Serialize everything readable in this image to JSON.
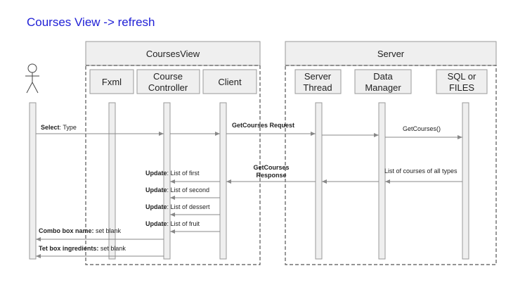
{
  "title": "Courses View -> refresh",
  "groups": [
    {
      "id": "courses-view",
      "label": "CoursesView"
    },
    {
      "id": "server",
      "label": "Server"
    }
  ],
  "participants": [
    {
      "id": "fxml",
      "lines": [
        "Fxml"
      ]
    },
    {
      "id": "course-controller",
      "lines": [
        "Course",
        "Controller"
      ]
    },
    {
      "id": "client",
      "lines": [
        "Client"
      ]
    },
    {
      "id": "server-thread",
      "lines": [
        "Server",
        "Thread"
      ]
    },
    {
      "id": "data-manager",
      "lines": [
        "Data",
        "Manager"
      ]
    },
    {
      "id": "sql-files",
      "lines": [
        "SQL or",
        "FILES"
      ]
    }
  ],
  "messages": [
    {
      "id": "select-type",
      "bold": "Select",
      "rest": ": Type"
    },
    {
      "id": "getcourses-request",
      "bold": "GetCourses  Request",
      "rest": ""
    },
    {
      "id": "getcourses-call",
      "bold": "",
      "rest": "GetCourses()"
    },
    {
      "id": "list-all-types",
      "bold": "",
      "rest": "List of courses of all types"
    },
    {
      "id": "getcourses-response-1",
      "bold": "GetCourses",
      "rest": ""
    },
    {
      "id": "getcourses-response-2",
      "bold": "Response",
      "rest": ""
    },
    {
      "id": "update-first",
      "bold": "Update",
      "rest": ": List of first"
    },
    {
      "id": "update-second",
      "bold": "Update",
      "rest": ": List of second"
    },
    {
      "id": "update-dessert",
      "bold": "Update",
      "rest": ": List of dessert"
    },
    {
      "id": "update-fruit",
      "bold": "Update",
      "rest": ": List of fruit"
    },
    {
      "id": "combo-box",
      "bold": "Combo box name:",
      "rest": " set blank"
    },
    {
      "id": "tet-box",
      "bold": "Tet box ingredients:",
      "rest": " set blank"
    }
  ]
}
